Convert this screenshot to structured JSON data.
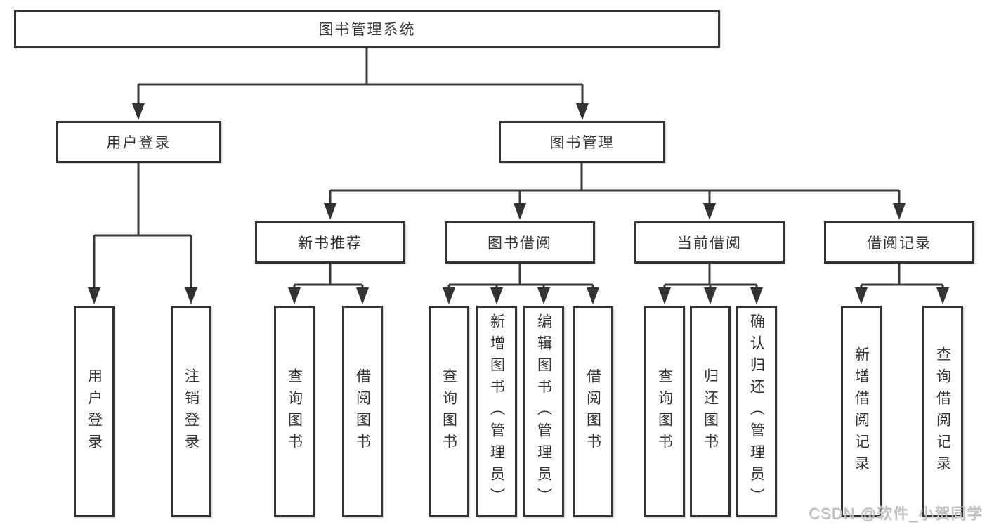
{
  "nodes": {
    "root": {
      "id": "library-management-system",
      "label": "图书管理系统"
    },
    "level2": [
      {
        "id": "user-login",
        "label": "用户登录",
        "parent": "library-management-system"
      },
      {
        "id": "book-management",
        "label": "图书管理",
        "parent": "library-management-system"
      }
    ],
    "level3": [
      {
        "id": "new-book-recommend",
        "label": "新书推荐",
        "parent": "book-management"
      },
      {
        "id": "book-borrow",
        "label": "图书借阅",
        "parent": "book-management"
      },
      {
        "id": "current-borrow",
        "label": "当前借阅",
        "parent": "book-management"
      },
      {
        "id": "borrow-records",
        "label": "借阅记录",
        "parent": "book-management"
      }
    ],
    "leaves": [
      {
        "label": "用户登录",
        "parent": "user-login"
      },
      {
        "label": "注销登录",
        "parent": "user-login"
      },
      {
        "label": "查询图书",
        "parent": "new-book-recommend"
      },
      {
        "label": "借阅图书",
        "parent": "new-book-recommend"
      },
      {
        "label": "查询图书",
        "parent": "book-borrow"
      },
      {
        "label": "新增图书（管理员）",
        "parent": "book-borrow"
      },
      {
        "label": "编辑图书（管理员）",
        "parent": "book-borrow"
      },
      {
        "label": "借阅图书",
        "parent": "book-borrow"
      },
      {
        "label": "查询图书",
        "parent": "current-borrow"
      },
      {
        "label": "归还图书",
        "parent": "current-borrow"
      },
      {
        "label": "确认归还（管理员）",
        "parent": "current-borrow"
      },
      {
        "label": "新增借阅记录",
        "parent": "borrow-records"
      },
      {
        "label": "查询借阅记录",
        "parent": "borrow-records"
      }
    ]
  },
  "watermark": {
    "text": "CSDN @软件_小贺同学"
  },
  "colors": {
    "line": "#3a3a3a",
    "arrow": "#333333",
    "text": "#333333",
    "box_background": "#ffffff",
    "page_background": "#ffffff",
    "watermark": "#c3c3c3"
  }
}
